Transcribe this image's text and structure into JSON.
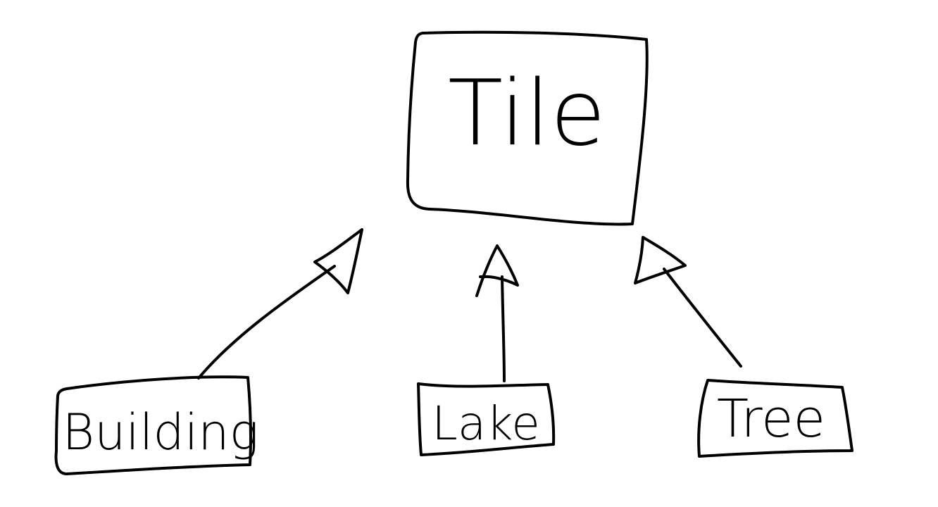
{
  "diagram": {
    "parent": {
      "label": "Tile"
    },
    "children": [
      {
        "label": "Building"
      },
      {
        "label": "Lake"
      },
      {
        "label": "Tree"
      }
    ],
    "relation": "generalization",
    "colors": {
      "ink": "#000000",
      "background": "#ffffff"
    }
  }
}
